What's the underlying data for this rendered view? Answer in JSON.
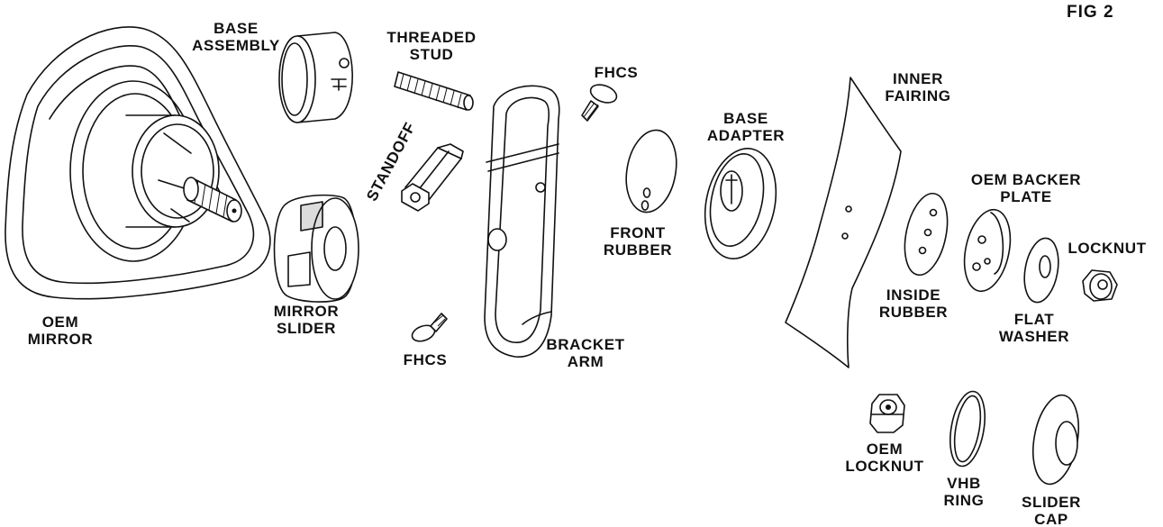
{
  "figure": {
    "label": "FIG 2"
  },
  "parts": {
    "oem_mirror": [
      "OEM",
      "MIRROR"
    ],
    "base_assembly": [
      "BASE",
      "ASSEMBLY"
    ],
    "mirror_slider": [
      "MIRROR",
      "SLIDER"
    ],
    "threaded_stud": [
      "THREADED",
      "STUD"
    ],
    "standoff": [
      "STANDOFF"
    ],
    "fhcs_lower": [
      "FHCS"
    ],
    "bracket_arm": [
      "BRACKET",
      "ARM"
    ],
    "fhcs_upper": [
      "FHCS"
    ],
    "front_rubber": [
      "FRONT",
      "RUBBER"
    ],
    "base_adapter": [
      "BASE",
      "ADAPTER"
    ],
    "inner_fairing": [
      "INNER",
      "FAIRING"
    ],
    "inside_rubber": [
      "INSIDE",
      "RUBBER"
    ],
    "oem_backer_plate": [
      "OEM BACKER",
      "PLATE"
    ],
    "flat_washer": [
      "FLAT",
      "WASHER"
    ],
    "locknut": [
      "LOCKNUT"
    ],
    "oem_locknut": [
      "OEM",
      "LOCKNUT"
    ],
    "vhb_ring": [
      "VHB",
      "RING"
    ],
    "slider_cap": [
      "SLIDER",
      "CAP"
    ]
  },
  "colors": {
    "line": "#111111",
    "background": "#ffffff"
  }
}
